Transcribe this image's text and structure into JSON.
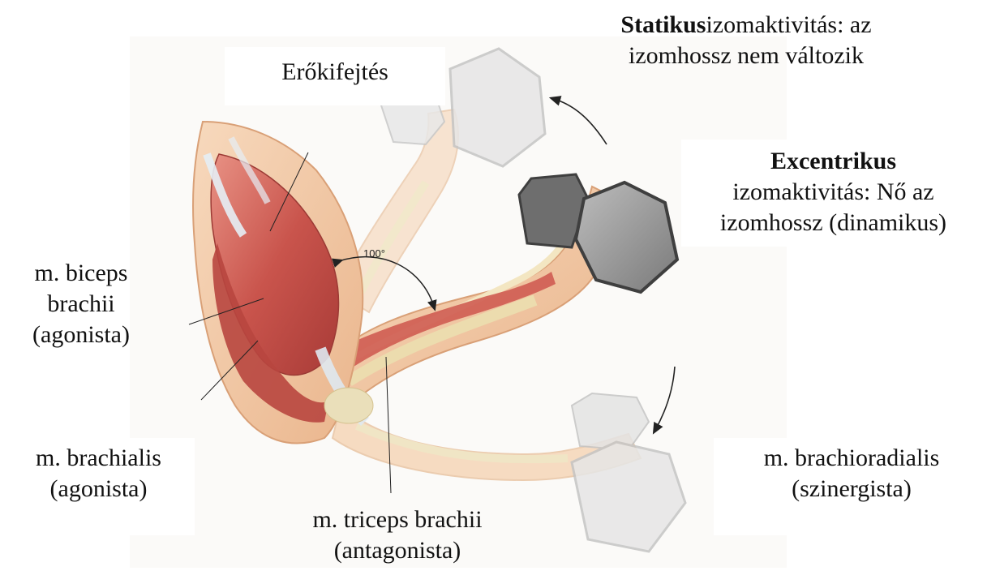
{
  "title": "Erőkifejtés",
  "angle_label": "100°",
  "static_label": {
    "bold": "Statikus",
    "rest_line1": "izomaktivitás: az",
    "line2": "izomhossz nem változik"
  },
  "eccentric_label": {
    "bold": "Excentrikus",
    "line2": "izomaktivitás: Nő az",
    "line3": "izomhossz (dinamikus)"
  },
  "biceps_label": {
    "line1": "m. biceps",
    "line2": "brachii",
    "line3": "(agonista)"
  },
  "brachialis_label": {
    "line1": "m. brachialis",
    "line2": "(agonista)"
  },
  "triceps_label": {
    "line1": "m. triceps brachii",
    "line2": "(antagonista)"
  },
  "brachioradialis_label": {
    "line1": "m. brachioradialis",
    "line2": "(szinergista)"
  },
  "colors": {
    "skin": "#f3c9a3",
    "muscle": "#c9544c",
    "muscle_light": "#e28b7c",
    "bone": "#f0dfae",
    "tendon": "#dfe8f0",
    "dumbbell_ghost": "#d9d9d9",
    "dumbbell_solid": "#8e8e8e"
  }
}
